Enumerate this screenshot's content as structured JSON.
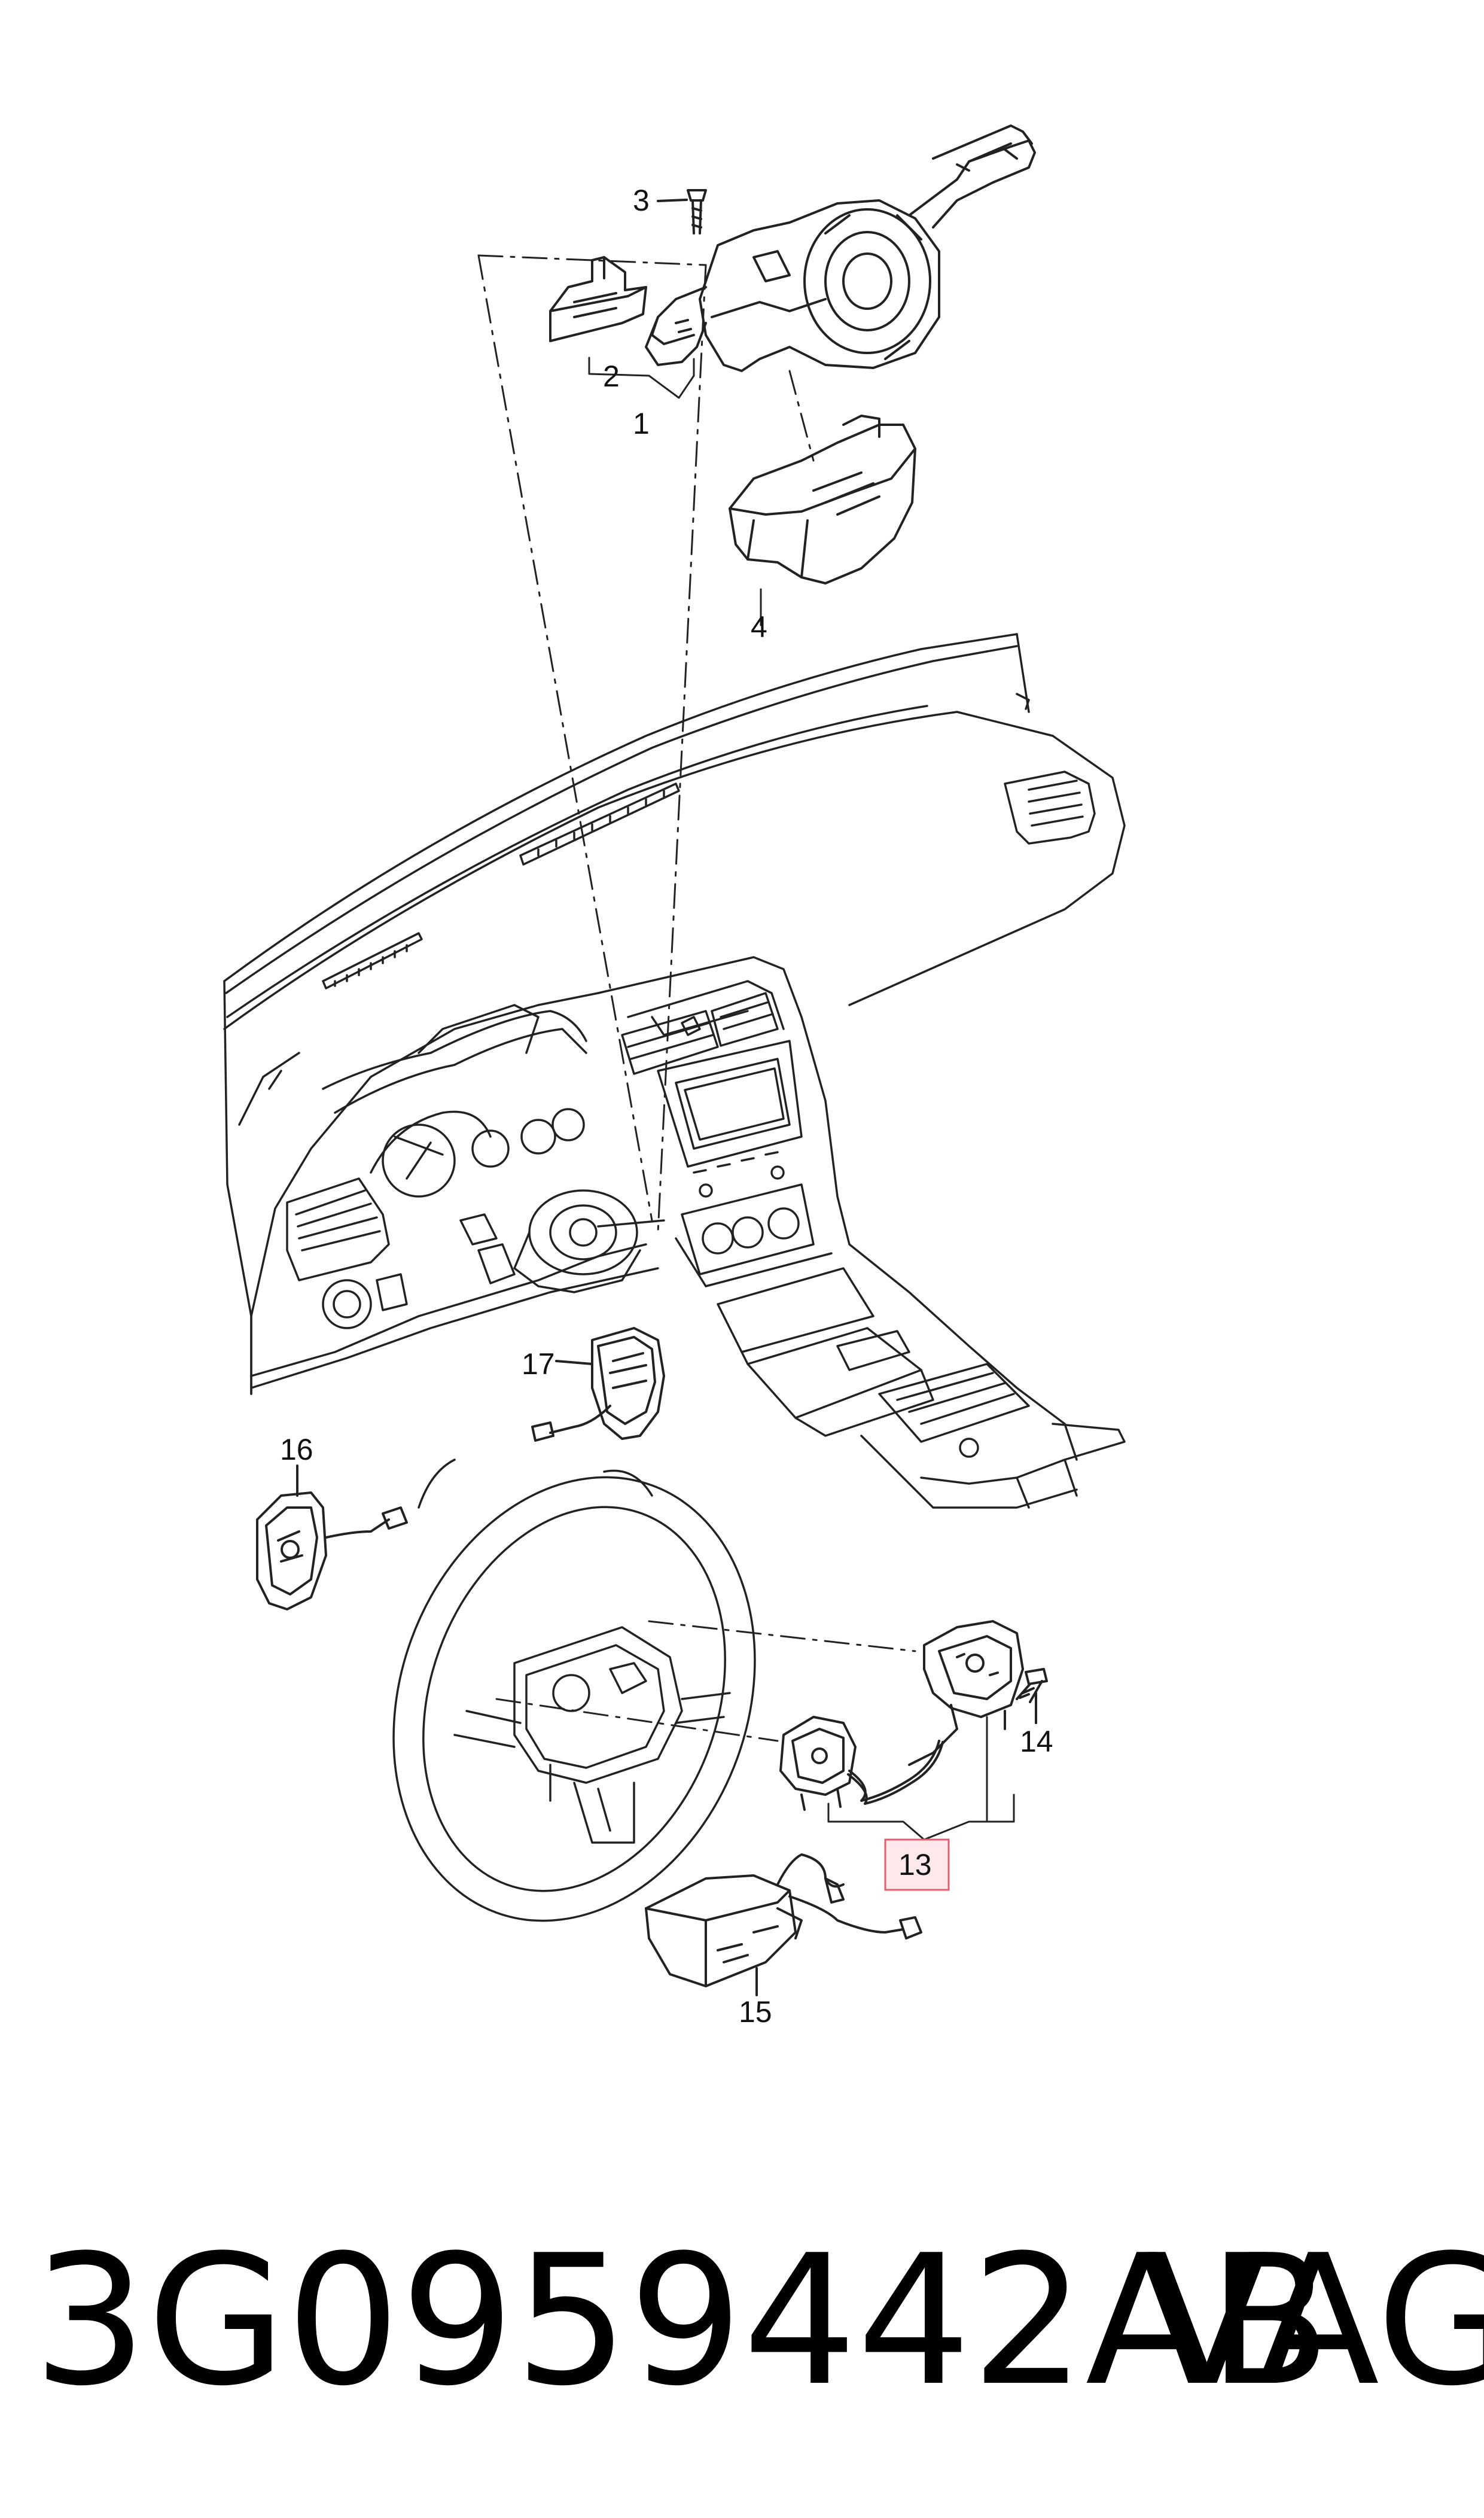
{
  "diagram": {
    "callouts": {
      "c1": "1",
      "c2": "2",
      "c3": "3",
      "c4": "4",
      "c13": "13",
      "c14": "14",
      "c15": "15",
      "c16": "16",
      "c17": "17"
    },
    "highlight_color": "#e06070",
    "highlight_fill": "#fde9ec",
    "line_color": "#222222"
  },
  "footer": {
    "part_number": "3G0959442AB",
    "brand": "VAG"
  }
}
